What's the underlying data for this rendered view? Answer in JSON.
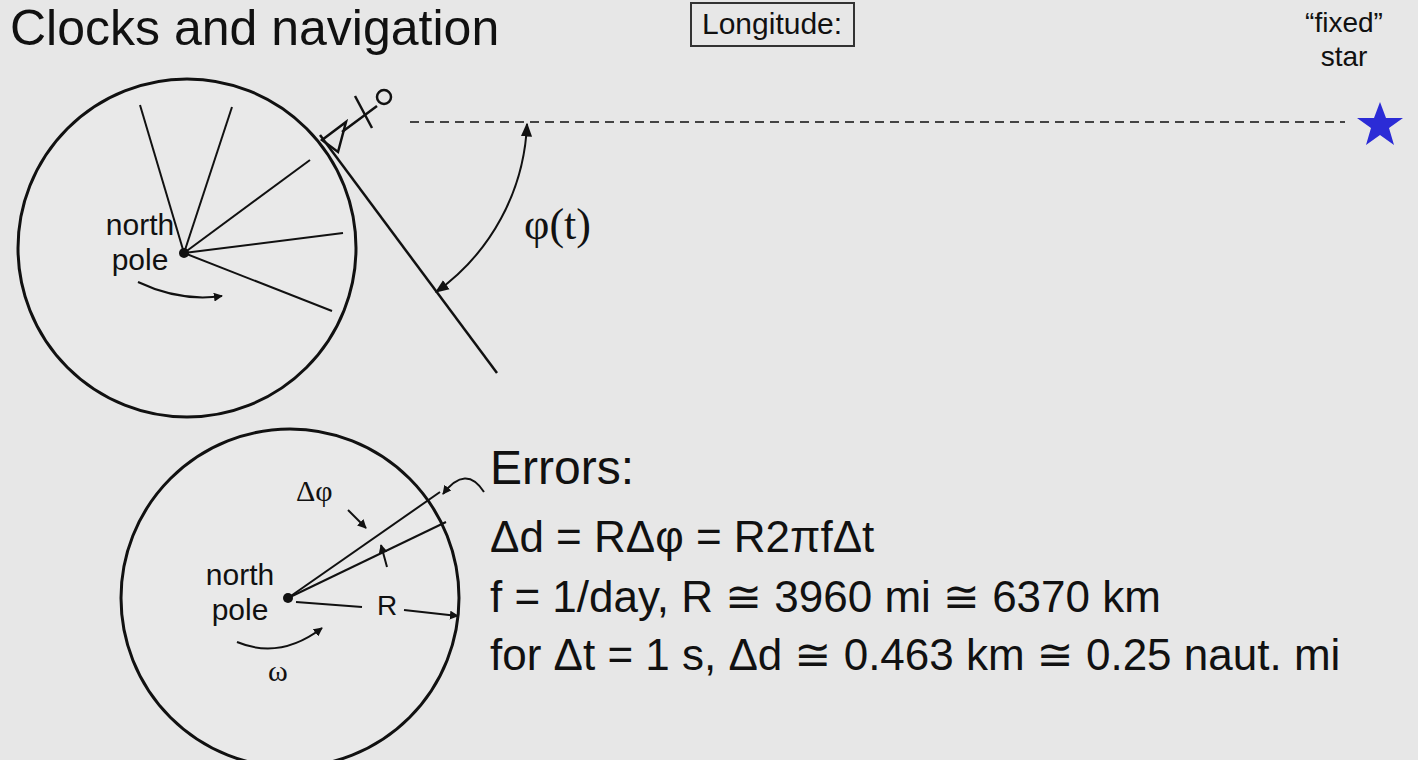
{
  "diagram": {
    "title": "Clocks and navigation",
    "nodes": [
      {
        "text": [
          "Longitude:"
        ]
      },
      {
        "text": [
          "north pole"
        ]
      },
      {
        "text": [
          "north pole"
        ]
      }
    ],
    "labels": [
      "“fixed” star",
      "φ(t)",
      "Δφ",
      "R",
      "ω",
      "Errors:",
      "Δd = RΔφ = R2πfΔt",
      "f = 1/day,  R ≅ 3960 mi ≅ 6370 km",
      "for Δt = 1 s, Δd ≅ 0.463 km ≅ 0.25 naut. mi"
    ]
  }
}
